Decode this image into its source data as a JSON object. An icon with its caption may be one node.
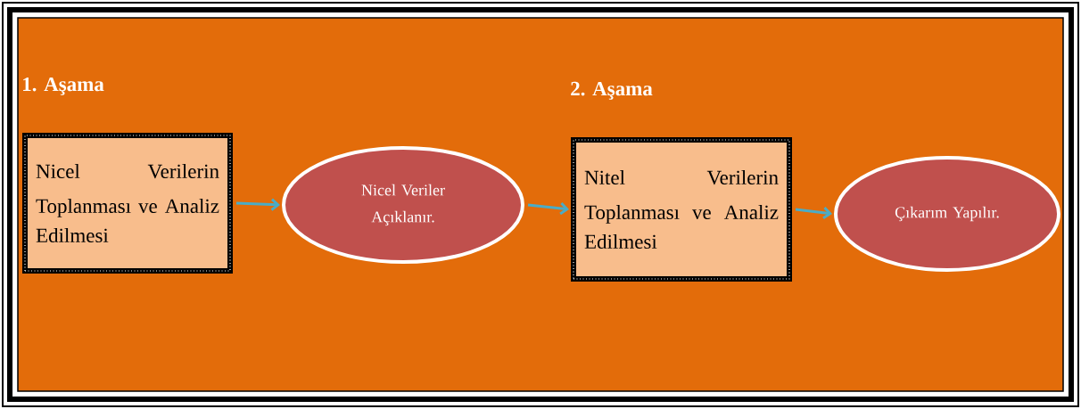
{
  "diagram": {
    "nodes": [
      {
        "text": [
          "1. Aşama",
          "Nicel Verilerin Toplanması ve Analiz Edilmesi"
        ]
      },
      {
        "text": [
          "Nicel Veriler Açıklanır."
        ]
      },
      {
        "text": [
          "2. Aşama",
          "Nitel Verilerin Toplanması ve Analiz Edilmesi"
        ]
      },
      {
        "text": [
          "Çıkarım Yapılır."
        ]
      }
    ],
    "edges": [
      {
        "from": 0,
        "to": 1,
        "arrow": "to"
      },
      {
        "from": 1,
        "to": 2,
        "arrow": "to"
      },
      {
        "from": 2,
        "to": 3,
        "arrow": "to"
      }
    ]
  }
}
